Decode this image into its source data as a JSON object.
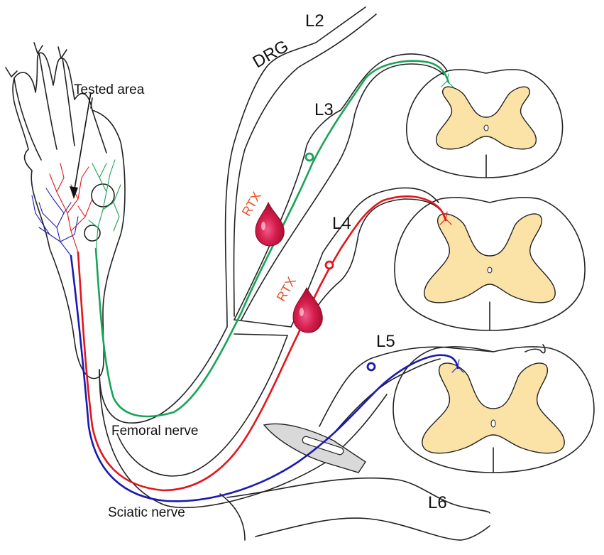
{
  "labels": {
    "drg": "DRG",
    "l2": "L2",
    "l3": "L3",
    "l4": "L4",
    "l5": "L5",
    "l6": "L6",
    "tested_area": "Tested area",
    "femoral_nerve": "Femoral nerve",
    "sciatic_nerve": "Sciatic  nerve",
    "rtx_l3": "RTX",
    "rtx_l4": "RTX"
  },
  "colors": {
    "l3_fiber": "#1aa356",
    "l4_fiber": "#e0161b",
    "l5_fiber": "#1a1ab0",
    "rtx_drop": "#c8143c",
    "rtx_text": "#e8512a",
    "gray_matter": "#fbe2a6",
    "scalpel": "#d9d9d9"
  },
  "icons": {
    "drop": "rtx-drop-icon",
    "scalpel": "scalpel-icon",
    "cell_body": "drg-neuron-soma-icon"
  }
}
